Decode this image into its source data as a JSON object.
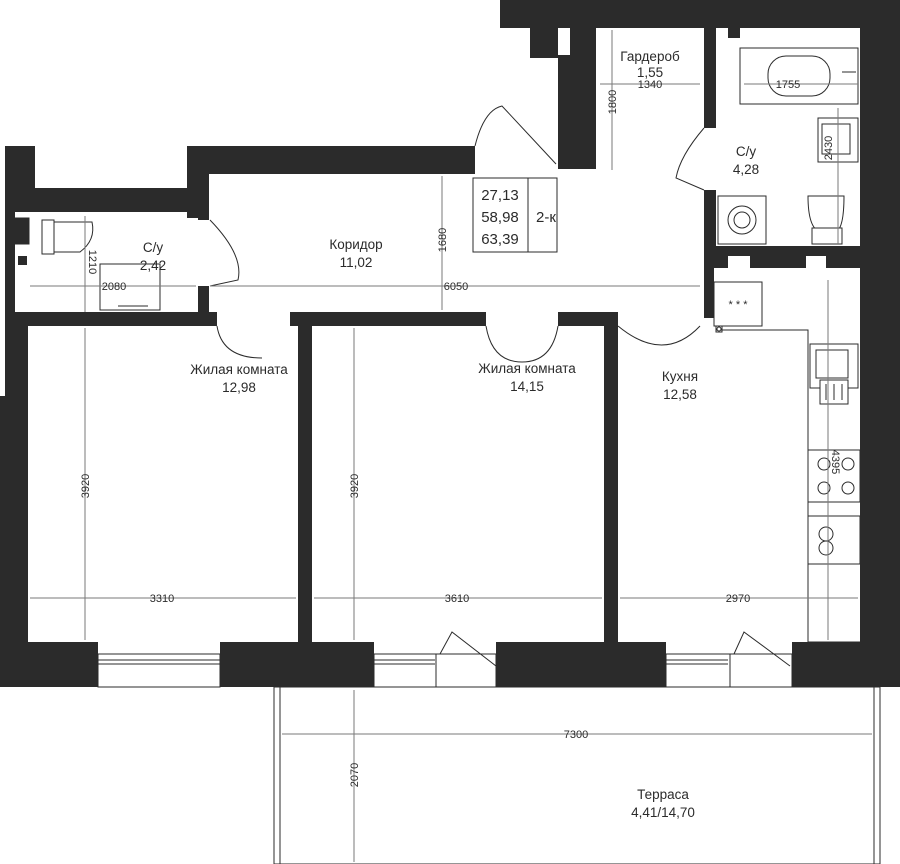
{
  "summary": {
    "living_area": "27,13",
    "total_area": "58,98",
    "total_with_terrace": "63,39",
    "type": "2-к"
  },
  "rooms": {
    "wardrobe": {
      "name": "Гардероб",
      "area": "1,55"
    },
    "bath_large": {
      "name": "С/у",
      "area": "4,28"
    },
    "bath_small": {
      "name": "С/у",
      "area": "2,42"
    },
    "corridor": {
      "name": "Коридор",
      "area": "11,02"
    },
    "living1": {
      "name": "Жилая комната",
      "area": "12,98"
    },
    "living2": {
      "name": "Жилая комната",
      "area": "14,15"
    },
    "kitchen": {
      "name": "Кухня",
      "area": "12,58"
    },
    "terrace": {
      "name": "Терраса",
      "area": "4,41/14,70"
    }
  },
  "dimensions": {
    "wardrobe_height": "1800",
    "wardrobe_width": "1340",
    "bath_width": "1755",
    "bath_height": "2430",
    "corridor_height": "1680",
    "corridor_width": "6050",
    "small_bath_height": "1210",
    "small_bath_width": "2080",
    "living1_height": "3920",
    "living1_width": "3310",
    "living2_height": "3920",
    "living2_width": "3610",
    "kitchen_width": "2970",
    "kitchen_height": "4395",
    "terrace_width": "7300",
    "terrace_height": "2070"
  },
  "fixtures": {
    "stove_glyphs": "* * *"
  }
}
